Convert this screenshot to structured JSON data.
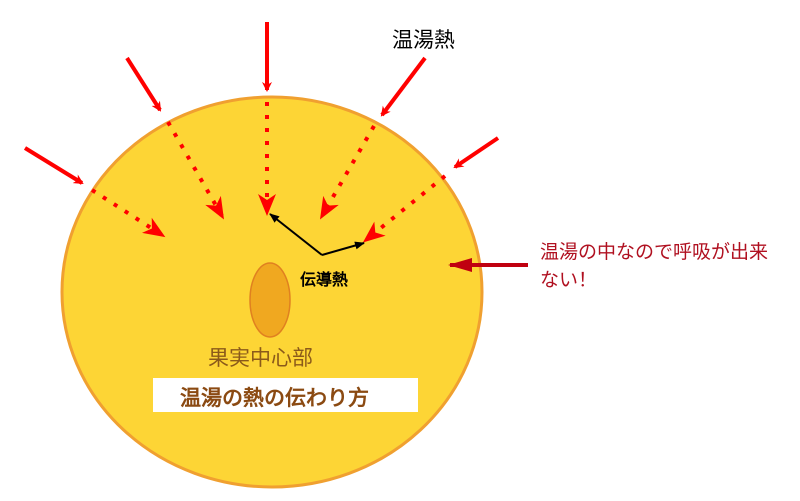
{
  "labels": {
    "hot_water_heat": "温湯熱",
    "conduction_heat": "伝導熱",
    "fruit_core": "果実中心部",
    "title": "温湯の熱の伝わり方",
    "note": "温湯の中なので呼吸が出来ない！"
  },
  "colors": {
    "fruit_fill": "#FDD535",
    "fruit_stroke": "#F0A030",
    "core_fill": "#F0A820",
    "heat_arrow": "#FF0000",
    "note_arrow": "#C00010",
    "note_text": "#B01020"
  }
}
